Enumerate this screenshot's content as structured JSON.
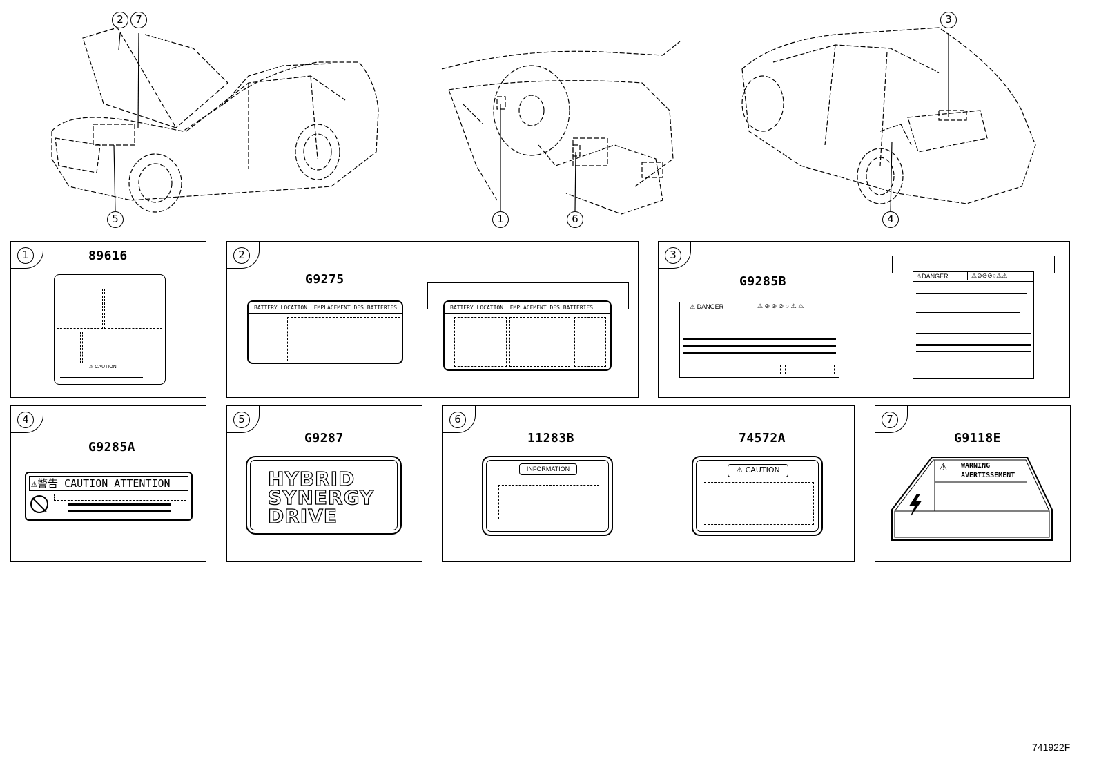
{
  "callouts": {
    "c2_top": "2",
    "c7_top": "7",
    "c5_bottom": "5",
    "c1_bottom": "1",
    "c6_bottom": "6",
    "c3_top": "3",
    "c4_bottom": "4"
  },
  "panels": [
    {
      "num": "1",
      "part": "89616",
      "label_text": "⚠ CAUTION"
    },
    {
      "num": "2",
      "part": "G9275",
      "label_left_header1": "BATTERY LOCATION",
      "label_left_header2": "EMPLACEMENT DES BATTERIES",
      "label_right_header1": "BATTERY LOCATION",
      "label_right_header2": "EMPLACEMENT DES BATTERIES"
    },
    {
      "num": "3",
      "part": "G9285B",
      "label_header": "DANGER",
      "label_right_header": "DANGER"
    },
    {
      "num": "4",
      "part": "G9285A",
      "label_header": "警告 CAUTION ATTENTION"
    },
    {
      "num": "5",
      "part": "G9287",
      "line1": "HYBRID",
      "line2": "SYNERGY",
      "line3": "DRIVE"
    },
    {
      "num": "6",
      "part_a": "11283B",
      "part_b": "74572A",
      "label_a_header": "INFORMATION",
      "label_b_header": "CAUTION"
    },
    {
      "num": "7",
      "part": "G9118E",
      "warning1": "WARNING",
      "warning2": "AVERTISSEMENT"
    }
  ],
  "diagram_code": "741922F"
}
